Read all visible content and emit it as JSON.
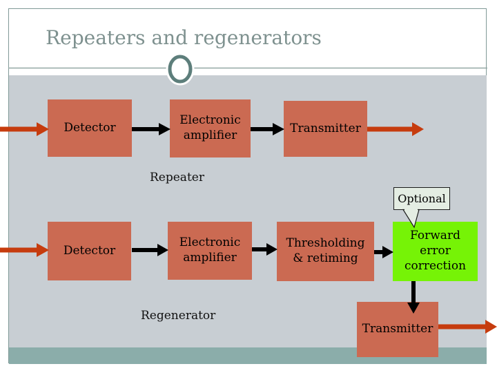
{
  "title": "Repeaters and regenerators",
  "repeater": {
    "detector": "Detector",
    "amplifier": "Electronic amplifier",
    "transmitter": "Transmitter",
    "caption": "Repeater"
  },
  "regenerator": {
    "detector": "Detector",
    "amplifier": "Electronic amplifier",
    "thresholding": "Thresholding & retiming",
    "fec": "Forward error correction",
    "transmitter": "Transmitter",
    "caption": "Regenerator",
    "optional_tag": "Optional"
  },
  "colors": {
    "block_fill": "#CB6A52",
    "fec_fill": "#76F306",
    "signal_arrow": "#C63C0E",
    "link_arrow": "#000000",
    "background": "#C8CED3",
    "footer_band": "#8BADAA",
    "title_text": "#7E918F"
  }
}
